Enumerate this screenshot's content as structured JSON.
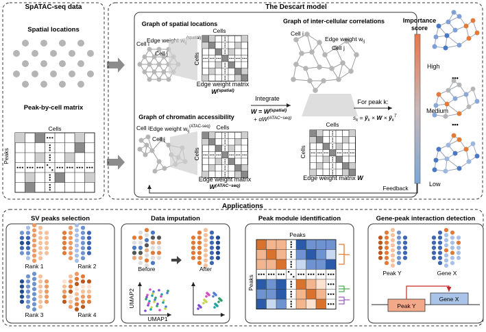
{
  "left_panel": {
    "title": "SpATAC-seq data",
    "spatial_label": "Spatial locations",
    "matrix_label": "Peak-by-cell matrix",
    "cells_label": "Cells",
    "peaks_label": "Peaks"
  },
  "model": {
    "title": "The Descart model",
    "spatial_graph_title": "Graph of spatial locations",
    "cell_i": "Cell i",
    "cell_j": "Cell j",
    "edge_weight_spatial": "Edge weight w_ij^(spatial)",
    "cells_label": "Cells",
    "matrix_caption_spatial": "Edge weight matrix",
    "matrix_symbol_spatial": "W^(spatial)",
    "atac_graph_title": "Graph of chromatin accessibility",
    "edge_weight_atac": "Edge weight w_ij^(ATAC-seq)",
    "matrix_caption_atac": "Edge weight matrix",
    "matrix_symbol_atac": "W^(ATAC-seq)",
    "integrate_label": "Integrate",
    "formula_line1": "W = W^(spatial)",
    "formula_line2": "+ αW^(ATAC-seq)",
    "intercell_title": "Graph of inter-cellular correlations",
    "edge_weight_w": "Edge weight w_ij",
    "final_matrix_caption": "Edge weight matrix W",
    "for_peak": "For peak k:",
    "score_formula": "s_k = ỹ_k × W × ỹ_kᵀ",
    "importance_title": "Importance score",
    "high": "High",
    "medium": "Medium",
    "low": "Low",
    "ellipsis": "•••",
    "feedback": "Feedback"
  },
  "applications": {
    "title": "Applications",
    "sv": {
      "title": "SV peaks selection",
      "ranks": [
        "Rank 1",
        "Rank 2",
        "Rank 3",
        "Rank 4"
      ]
    },
    "imputation": {
      "title": "Data imputation",
      "before": "Before",
      "after": "After",
      "umap1": "UMAP1",
      "umap2": "UMAP2"
    },
    "module": {
      "title": "Peak module identification",
      "peaks": "Peaks"
    },
    "gene_peak": {
      "title": "Gene-peak interaction detection",
      "peak_y": "Peak Y",
      "gene_x": "Gene X"
    }
  },
  "colors": {
    "orange": "#e07b39",
    "blue": "#4a78c2",
    "dark_blue": "#2b4f8e",
    "gray_node": "#b5b5b5",
    "score_bar_top": "#e8774a",
    "score_bar_bottom": "#7aa8d8",
    "peak_box": "#f2a98a",
    "gene_box": "#a9c4e8"
  }
}
